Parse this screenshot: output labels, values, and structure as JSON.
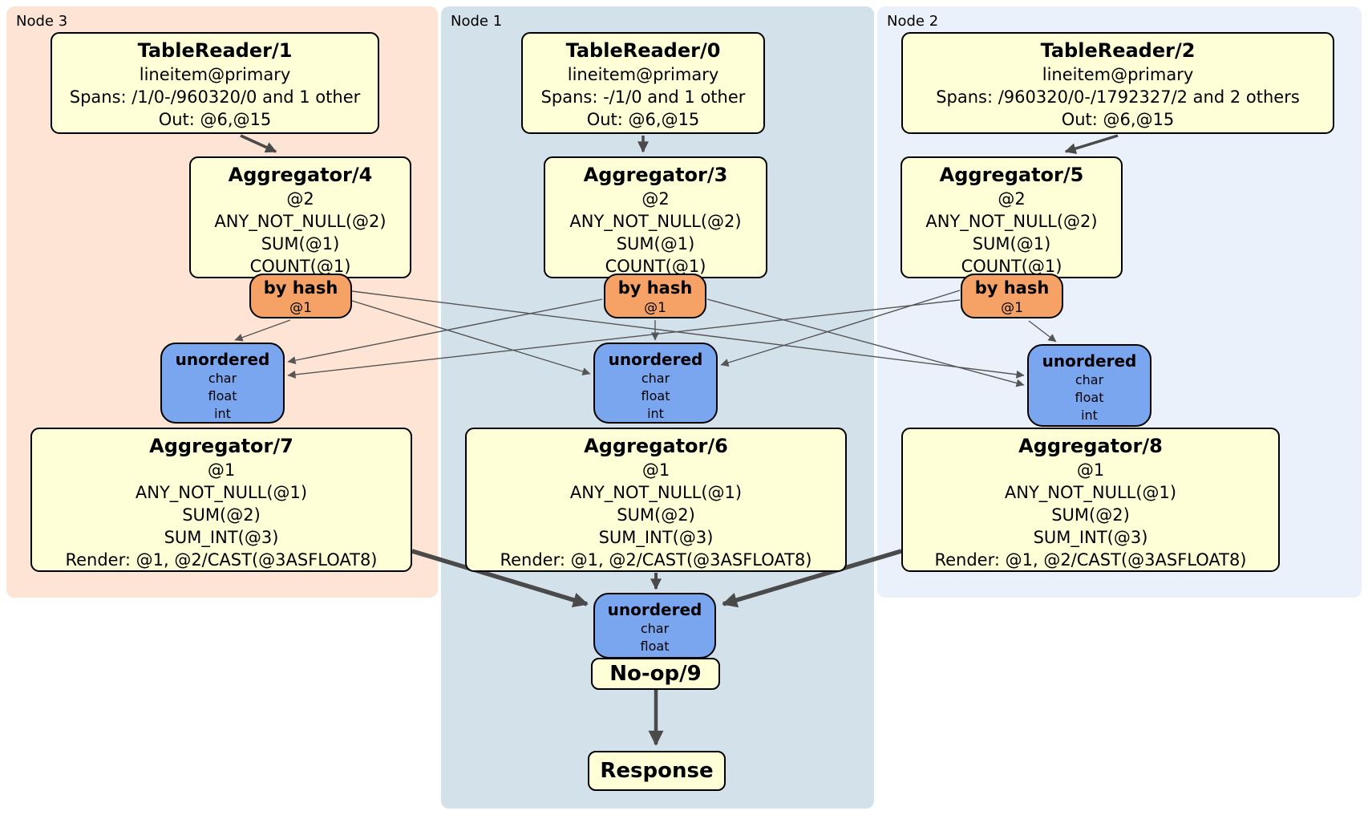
{
  "diagram": {
    "kind": "distributed-sql-plan",
    "colors": {
      "node3_bg": "#fde4d4",
      "node1_bg": "#d3e1eb",
      "node2_bg": "#eaf1fb",
      "processor_bg": "#ffffd7",
      "router_bg": "#f6a267",
      "sync_bg": "#7aa6f0",
      "edge_thin": "#555555",
      "edge_thick": "#4a4a4a"
    },
    "regions": [
      {
        "label": "Node 3"
      },
      {
        "label": "Node 1"
      },
      {
        "label": "Node 2"
      }
    ],
    "nodes": {
      "tr1": {
        "title": "TableReader/1",
        "lines": [
          "lineitem@primary",
          "Spans: /1/0-/960320/0 and 1 other",
          "Out: @6,@15"
        ]
      },
      "tr0": {
        "title": "TableReader/0",
        "lines": [
          "lineitem@primary",
          "Spans: -/1/0 and 1 other",
          "Out: @6,@15"
        ]
      },
      "tr2": {
        "title": "TableReader/2",
        "lines": [
          "lineitem@primary",
          "Spans: /960320/0-/1792327/2 and 2 others",
          "Out: @6,@15"
        ]
      },
      "agg4": {
        "title": "Aggregator/4",
        "lines": [
          "@2",
          "ANY_NOT_NULL(@2)",
          "SUM(@1)",
          "COUNT(@1)"
        ]
      },
      "agg3": {
        "title": "Aggregator/3",
        "lines": [
          "@2",
          "ANY_NOT_NULL(@2)",
          "SUM(@1)",
          "COUNT(@1)"
        ]
      },
      "agg5": {
        "title": "Aggregator/5",
        "lines": [
          "@2",
          "ANY_NOT_NULL(@2)",
          "SUM(@1)",
          "COUNT(@1)"
        ]
      },
      "hash4": {
        "title": "by hash",
        "lines": [
          "@1"
        ]
      },
      "hash3": {
        "title": "by hash",
        "lines": [
          "@1"
        ]
      },
      "hash5": {
        "title": "by hash",
        "lines": [
          "@1"
        ]
      },
      "sync7": {
        "title": "unordered",
        "lines": [
          "char",
          "float",
          "int"
        ]
      },
      "sync6": {
        "title": "unordered",
        "lines": [
          "char",
          "float",
          "int"
        ]
      },
      "sync8": {
        "title": "unordered",
        "lines": [
          "char",
          "float",
          "int"
        ]
      },
      "agg7": {
        "title": "Aggregator/7",
        "lines": [
          "@1",
          "ANY_NOT_NULL(@1)",
          "SUM(@2)",
          "SUM_INT(@3)",
          "Render: @1, @2/CAST(@3ASFLOAT8)"
        ]
      },
      "agg6": {
        "title": "Aggregator/6",
        "lines": [
          "@1",
          "ANY_NOT_NULL(@1)",
          "SUM(@2)",
          "SUM_INT(@3)",
          "Render: @1, @2/CAST(@3ASFLOAT8)"
        ]
      },
      "agg8": {
        "title": "Aggregator/8",
        "lines": [
          "@1",
          "ANY_NOT_NULL(@1)",
          "SUM(@2)",
          "SUM_INT(@3)",
          "Render: @1, @2/CAST(@3ASFLOAT8)"
        ]
      },
      "syncfinal": {
        "title": "unordered",
        "lines": [
          "char",
          "float"
        ]
      },
      "noop": {
        "title": "No-op/9"
      },
      "response": {
        "title": "Response"
      }
    }
  }
}
